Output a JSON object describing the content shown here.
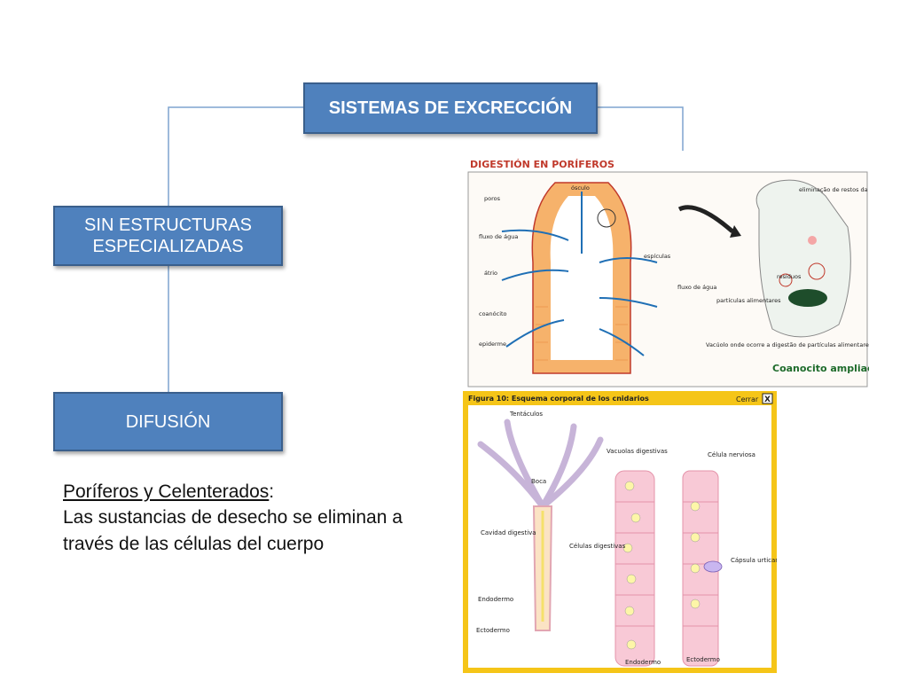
{
  "title": "SISTEMAS DE EXCRECCIÓN",
  "nodes": {
    "sin_line1": "SIN ESTRUCTURAS",
    "sin_line2": "ESPECIALIZADAS",
    "difusion": "DIFUSIÓN"
  },
  "text": {
    "heading": "Poríferos y Celenterados",
    "heading_suffix": ":",
    "body": "Las sustancias de desecho se eliminan a través de las células del cuerpo"
  },
  "figure_porifera": {
    "title": "DIGESTIÓN EN PORÍFEROS",
    "labels": {
      "poros": "poros",
      "fluxo": "fluxo de água",
      "atrio": "átrio",
      "coanocito": "coanócito",
      "epiderme": "epiderme",
      "osculo": "ósculo",
      "espiculas": "espículas",
      "eliminacao": "eliminação de restos da digestão",
      "fluxo2": "fluxo de água",
      "particulas": "partículas alimentares",
      "residuos": "resíduos",
      "vacuolo": "Vacúolo onde ocorre a digestão de partículas alimentares.",
      "coanocito_ampliado": "Coanocito ampliado"
    }
  },
  "figure_cnidaria": {
    "title": "Figura 10: Esquema corporal de los cnidarios",
    "close_label": "Cerrar",
    "close_x": "X",
    "labels": {
      "tentaculos": "Tentáculos",
      "boca": "Boca",
      "cavidad": "Cavidad digestiva",
      "endodermo": "Endodermo",
      "ectodermo": "Ectodermo",
      "vacuolas": "Vacuolas digestivas",
      "celula_nerviosa": "Célula nerviosa",
      "celulas_digestivas": "Células digestivas",
      "capsula": "Cápsula urticante",
      "endodermo2": "Endodermo",
      "ectodermo2": "Ectodermo"
    }
  },
  "colors": {
    "box_fill": "#4f81bd",
    "box_border": "#3a5f8c",
    "connector": "#7ea4cf",
    "figure_frame": "#f5c518"
  }
}
